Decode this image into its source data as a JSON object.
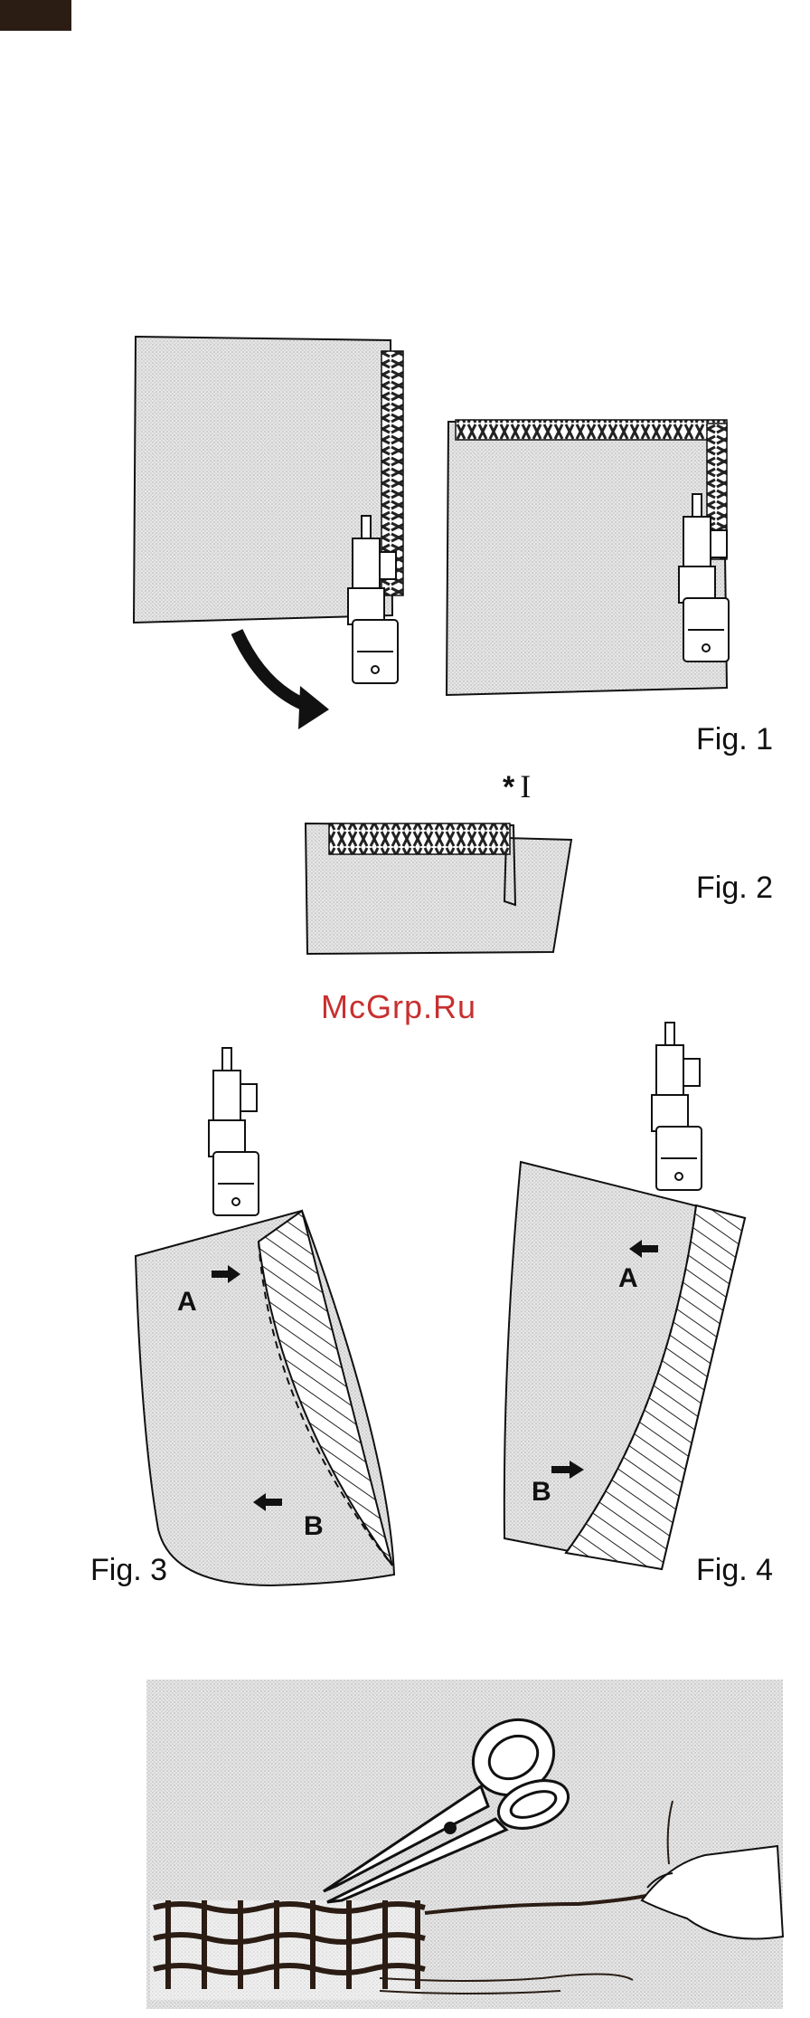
{
  "figures": {
    "fig1": "Fig. 1",
    "fig2": "Fig. 2",
    "fig3": "Fig. 3",
    "fig4": "Fig. 4"
  },
  "fig2_marker": {
    "star": "*",
    "symbol": "I"
  },
  "fig3_letters": {
    "a": "A",
    "b": "B"
  },
  "fig4_letters": {
    "a": "A",
    "b": "B"
  },
  "watermark": "McGrp.Ru",
  "colors": {
    "ink": "#111111",
    "fabric": "#dcdcdc",
    "corner": "#2b1d14",
    "watermark": "#c7302f"
  }
}
